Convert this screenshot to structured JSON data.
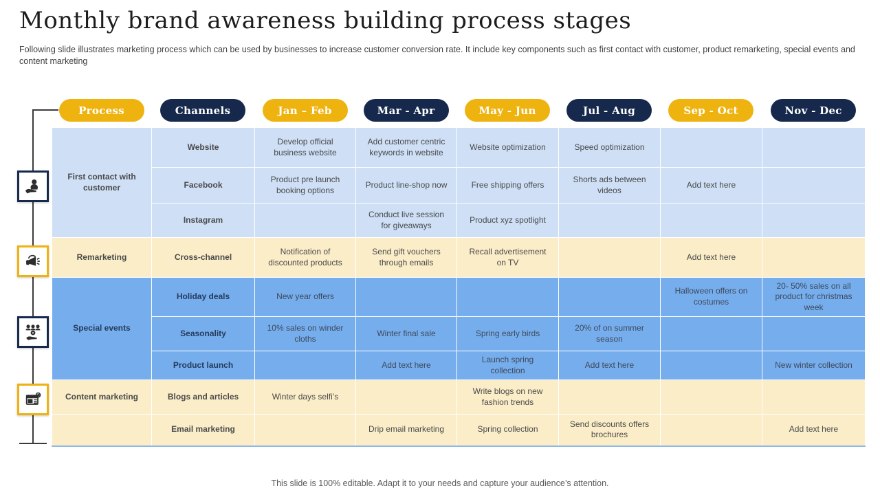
{
  "slide": {
    "title": "Monthly brand awareness building process stages",
    "subtitle": "Following slide illustrates marketing process which can be used by businesses to increase customer conversion rate. It include key components such as first contact with customer, product remarketing, special events and content marketing",
    "footer": "This slide is 100% editable. Adapt it to your needs and capture your audience’s attention."
  },
  "colors": {
    "gold": "#EFB310",
    "navy": "#16294D",
    "light_blue": "#CEDFF6",
    "cream": "#FBEDC8",
    "medium_blue": "#76ADEC",
    "rail_line": "#3B3B3B",
    "table_bottom_border": "#8FB9E8"
  },
  "header": {
    "columns": [
      {
        "label": "Process",
        "variant": "gold"
      },
      {
        "label": "Channels",
        "variant": "navy"
      },
      {
        "label": "Jan – Feb",
        "variant": "gold"
      },
      {
        "label": "Mar - Apr",
        "variant": "navy"
      },
      {
        "label": "May - Jun",
        "variant": "gold"
      },
      {
        "label": "Jul - Aug",
        "variant": "navy"
      },
      {
        "label": "Sep - Oct",
        "variant": "gold"
      },
      {
        "label": "Nov - Dec",
        "variant": "navy"
      }
    ]
  },
  "rail_icons": [
    {
      "name": "customer-in-hand-icon",
      "border": "navy",
      "group": "First contact with customer"
    },
    {
      "name": "megaphone-icon",
      "border": "gold",
      "group": "Remarketing"
    },
    {
      "name": "team-management-icon",
      "border": "navy",
      "group": "Special events"
    },
    {
      "name": "content-marketing-icon",
      "border": "gold",
      "group": "Content marketing"
    }
  ],
  "table": {
    "rows": [
      {
        "group": "First contact with customer",
        "channel": "Website",
        "cells": [
          "Develop official business website",
          "Add customer centric keywords in website",
          "Website optimization",
          "Speed optimization",
          "",
          ""
        ]
      },
      {
        "group": null,
        "channel": "Facebook",
        "cells": [
          "Product pre launch booking options",
          "Product line-shop now",
          "Free shipping offers",
          "Shorts ads between videos",
          "Add text here",
          ""
        ]
      },
      {
        "group": null,
        "channel": "Instagram",
        "cells": [
          "",
          "Conduct live session for giveaways",
          "Product xyz spotlight",
          "",
          "",
          ""
        ]
      },
      {
        "group": "Remarketing",
        "channel": "Cross-channel",
        "cells": [
          "Notification of discounted products",
          "Send gift vouchers through emails",
          "Recall advertisement on TV",
          "",
          "Add text here",
          ""
        ]
      },
      {
        "group": "Special events",
        "channel": "Holiday deals",
        "cells": [
          "New year offers",
          "",
          "",
          "",
          "Halloween offers on costumes",
          "20- 50% sales on all product for christmas week"
        ]
      },
      {
        "group": null,
        "channel": "Seasonality",
        "cells": [
          "10% sales on winder cloths",
          "Winter final sale",
          "Spring early birds",
          "20% of on summer season",
          "",
          ""
        ]
      },
      {
        "group": null,
        "channel": "Product launch",
        "cells": [
          "",
          "Add text here",
          "Launch spring collection",
          "Add text here",
          "",
          "New winter collection"
        ]
      },
      {
        "group": "Content marketing",
        "channel": "Blogs and articles",
        "cells": [
          "Winter days selfi’s",
          "",
          "Write blogs on new fashion trends",
          "",
          "",
          ""
        ]
      },
      {
        "group": "",
        "channel": "Email marketing",
        "cells": [
          "",
          "Drip email marketing",
          "Spring collection",
          "Send discounts offers brochures",
          "",
          "Add text here"
        ]
      }
    ]
  }
}
